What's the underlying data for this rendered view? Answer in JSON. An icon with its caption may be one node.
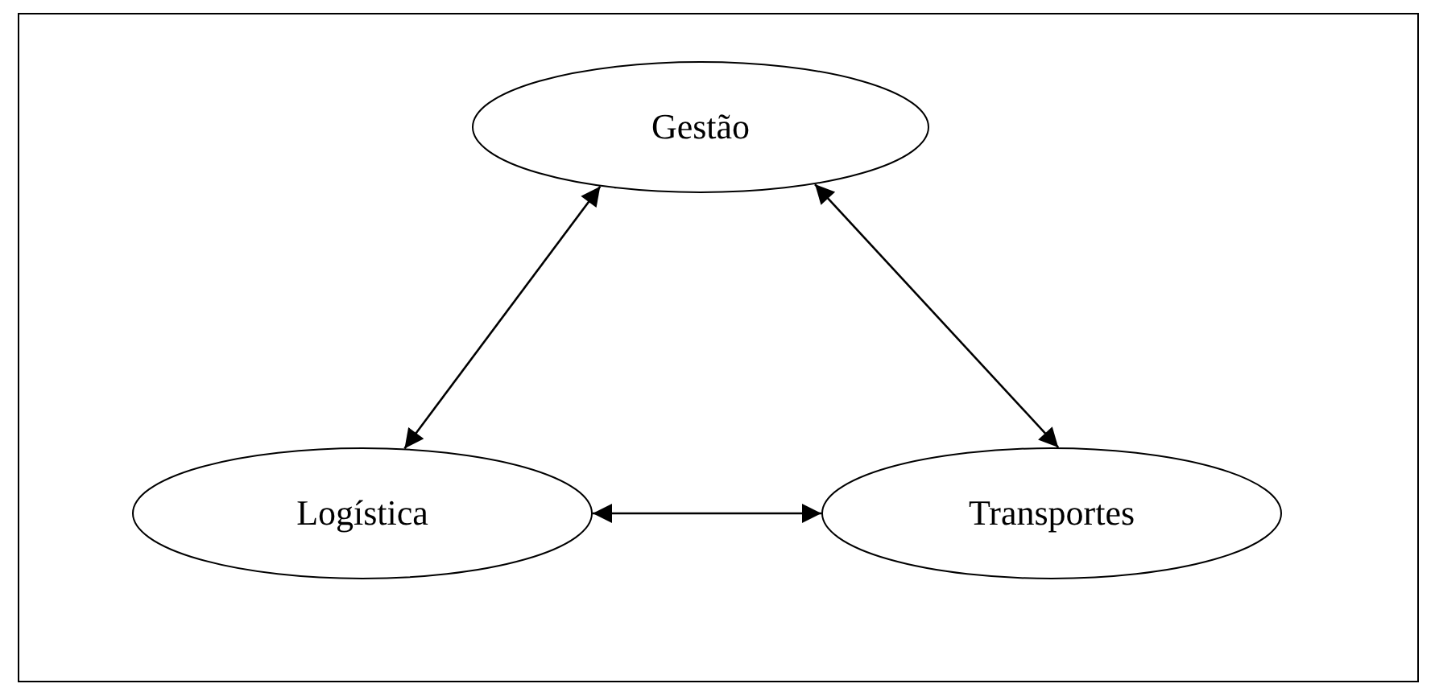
{
  "diagram": {
    "nodes": [
      {
        "text": [
          "Gestão"
        ]
      },
      {
        "text": [
          "Logística"
        ]
      },
      {
        "text": [
          "Transportes"
        ]
      }
    ],
    "edges": [
      {
        "from": 0,
        "to": 1,
        "arrow": "both"
      },
      {
        "from": 0,
        "to": 2,
        "arrow": "both"
      },
      {
        "from": 1,
        "to": 2,
        "arrow": "both"
      }
    ]
  }
}
